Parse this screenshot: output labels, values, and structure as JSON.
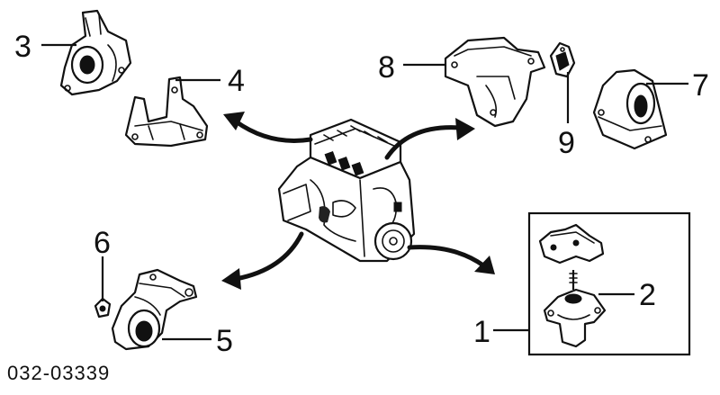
{
  "callouts": {
    "c1": "1",
    "c2": "2",
    "c3": "3",
    "c4": "4",
    "c5": "5",
    "c6": "6",
    "c7": "7",
    "c8": "8",
    "c9": "9"
  },
  "part_number": "032-03339"
}
